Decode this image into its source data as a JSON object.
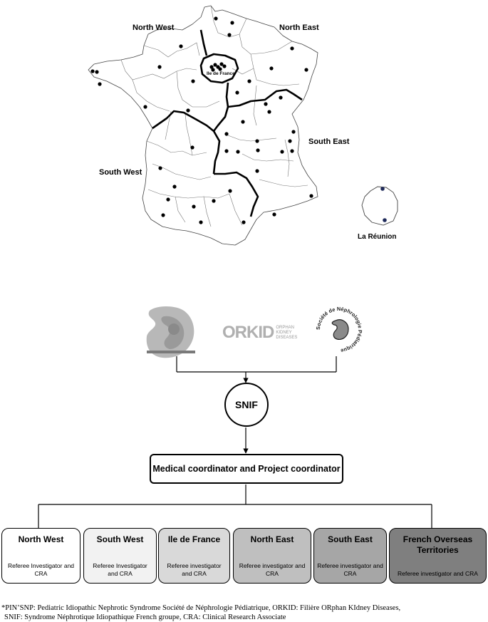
{
  "map": {
    "labels": {
      "north_west": "North West",
      "north_east": "North East",
      "ile_de_france": "Ile de France",
      "south_east": "South East",
      "south_west": "South West",
      "la_reunion": "La Réunion"
    }
  },
  "logos": {
    "orkid_wordmark": "ORKID",
    "orkid_tagline": [
      "ORPHAN",
      "KIDNEY",
      "DISEASES"
    ],
    "snp_ring_text": "Société de Néphrologie Pédiatrique"
  },
  "nodes": {
    "snif": "SNIF",
    "coordinator": "Medical coordinator and Project coordinator"
  },
  "regions": [
    {
      "title": "North West",
      "subtitle": "Referee Investigator and CRA",
      "fill": "#ffffff",
      "text": "#000000"
    },
    {
      "title": "South West",
      "subtitle": "Referee Investigator and CRA",
      "fill": "#f2f2f2",
      "text": "#000000"
    },
    {
      "title": "Ile de France",
      "subtitle": "Referee investigator and CRA",
      "fill": "#d9d9d9",
      "text": "#000000"
    },
    {
      "title": "North East",
      "subtitle": "Referee investigator and CRA",
      "fill": "#bfbfbf",
      "text": "#000000"
    },
    {
      "title": "South East",
      "subtitle": "Referee investigator and CRA",
      "fill": "#a6a6a6",
      "text": "#000000"
    },
    {
      "title": "French Overseas Territories",
      "subtitle": "Referee investigator and CRA",
      "fill": "#7f7f7f",
      "text": "#000000"
    }
  ],
  "footnote": {
    "line1": "*PIN’SNP: Pediatric Idiopathic Nephrotic Syndrome Société de Néphrologie Pédiatrique, ORKID: Filière ORphan KIdney Diseases,",
    "line2": "SNIF: Syndrome Néphrotique Idiopathique French groupe, CRA: Clinical Research Associate"
  }
}
